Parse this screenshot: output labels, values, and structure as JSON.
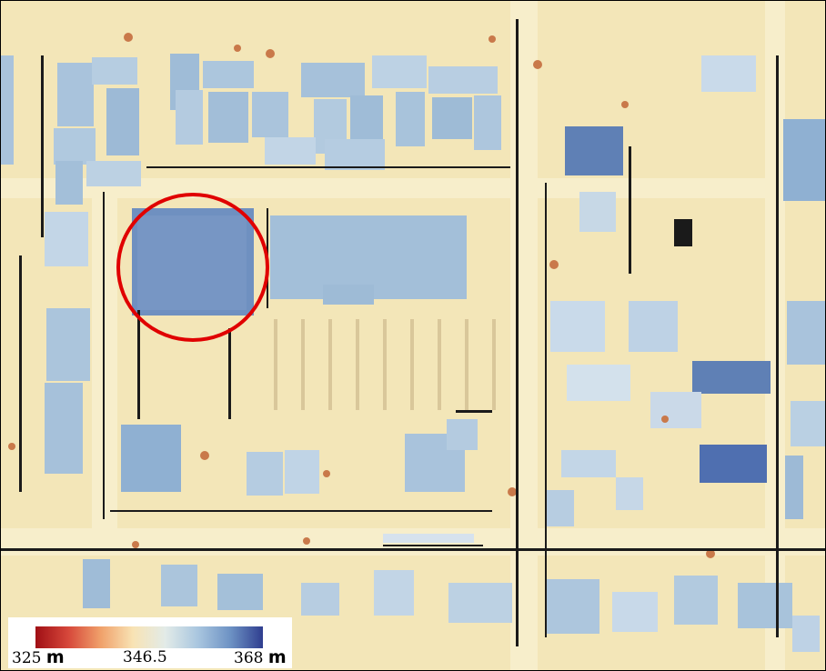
{
  "legend": {
    "min_label": "325",
    "min_unit": "m",
    "mid_label": "346.5",
    "max_label": "368",
    "max_unit": "m",
    "gradient_colors": [
      "#a00f15",
      "#d6473a",
      "#f0a06a",
      "#f8e3b4",
      "#e2ebe8",
      "#a9c6df",
      "#6d92c4",
      "#2f3e8f"
    ]
  },
  "highlight": {
    "color": "#e00000"
  },
  "colors": {
    "ground": "#f3e6b8",
    "roof_light": "#c7d8e6",
    "roof_mid": "#9dbad6",
    "roof_dark": "#6d8fc0",
    "roof_darkest": "#4a67a8",
    "noise": "#1a1a1a",
    "trees": "#c9794a"
  }
}
